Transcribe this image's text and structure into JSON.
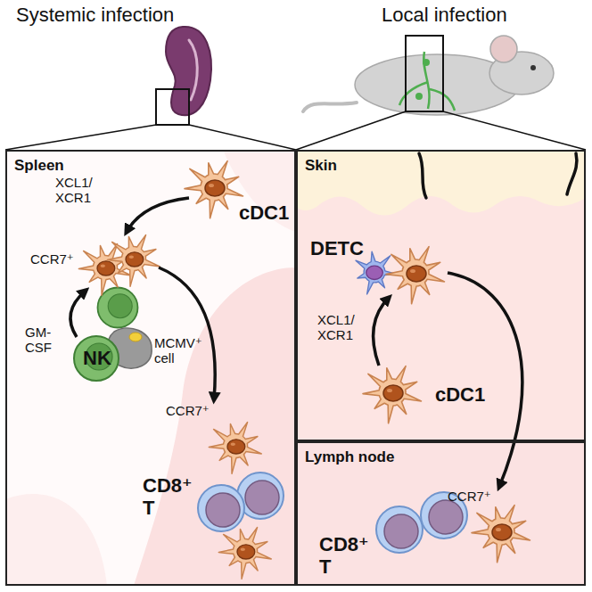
{
  "diagram": {
    "nodes": [
      {
        "text": [
          "Spleen"
        ]
      },
      {
        "text": [
          "Skin"
        ]
      },
      {
        "text": [
          "Lymph node"
        ]
      }
    ],
    "labels": [
      "Systemic infection",
      "Local infection",
      "XCL1/ XCR1",
      "cDC1",
      "CCR7⁺",
      "GM- CSF",
      "NK",
      "MCMV⁺ cell",
      "CCR7⁺",
      "CD8⁺ T",
      "DETC",
      "XCL1/ XCR1",
      "cDC1",
      "CCR7⁺",
      "CD8⁺ T"
    ]
  }
}
